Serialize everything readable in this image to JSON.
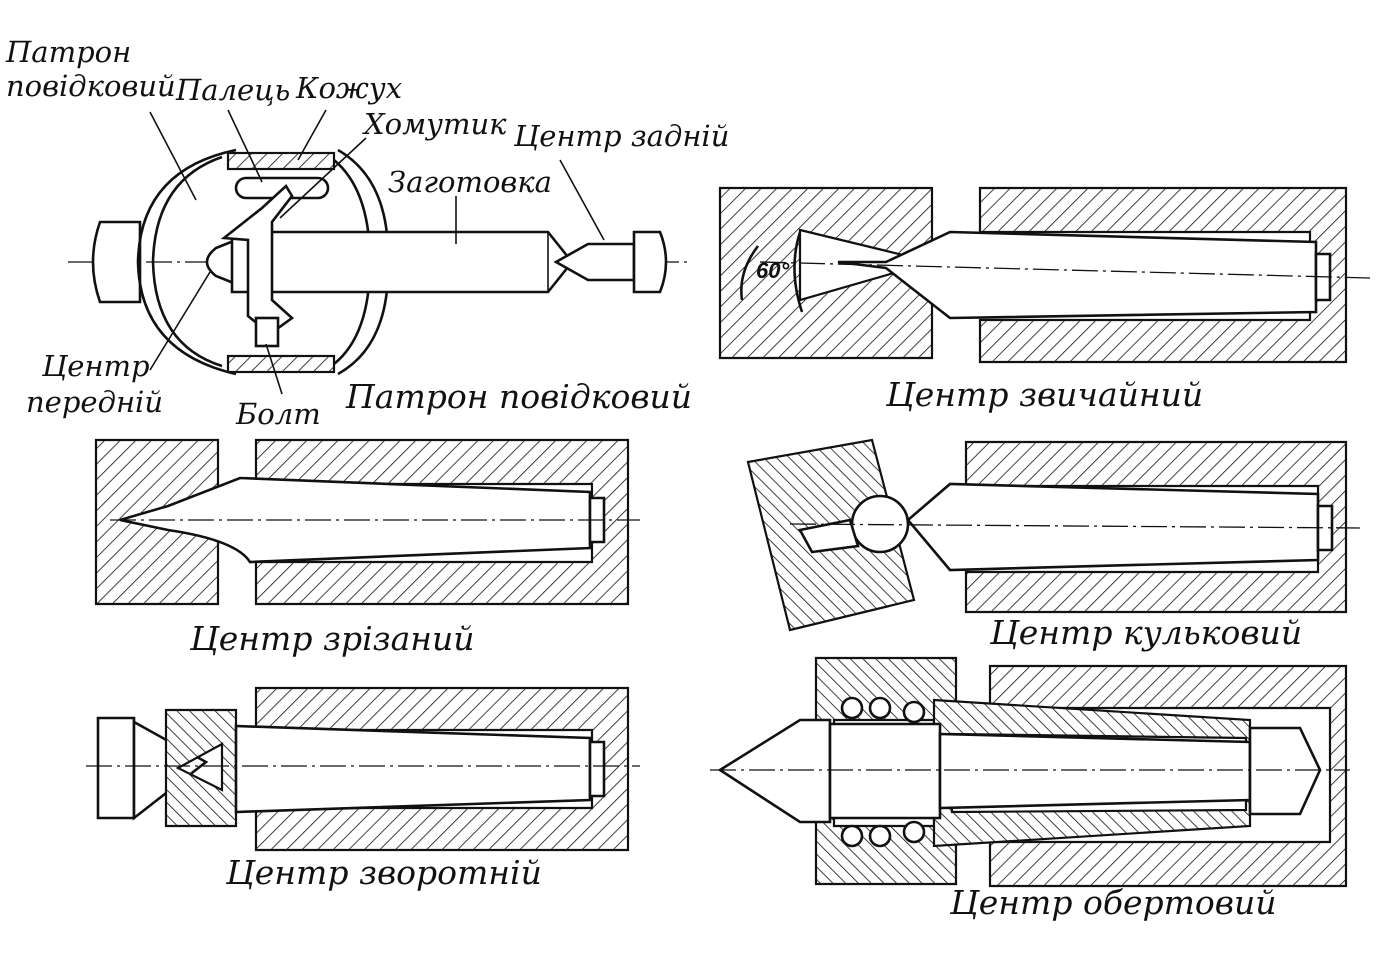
{
  "labels": {
    "chuck_top": "Патрон",
    "chuck_top2": "повідковий",
    "finger": "Палець",
    "casing": "Кожух",
    "clamp": "Хомутик",
    "workpiece": "Заготовка",
    "tail_center": "Центр задній",
    "front_center": "Центр",
    "front_center2": "передній",
    "bolt": "Болт",
    "angle": "60°"
  },
  "captions": {
    "drive_chuck": "Патрон повідковий",
    "plain_center": "Центр звичайний",
    "cut_center": "Центр зрізаний",
    "ball_center": "Центр кульковий",
    "reverse_center": "Центр зворотній",
    "rotating_center": "Центр обертовий"
  }
}
